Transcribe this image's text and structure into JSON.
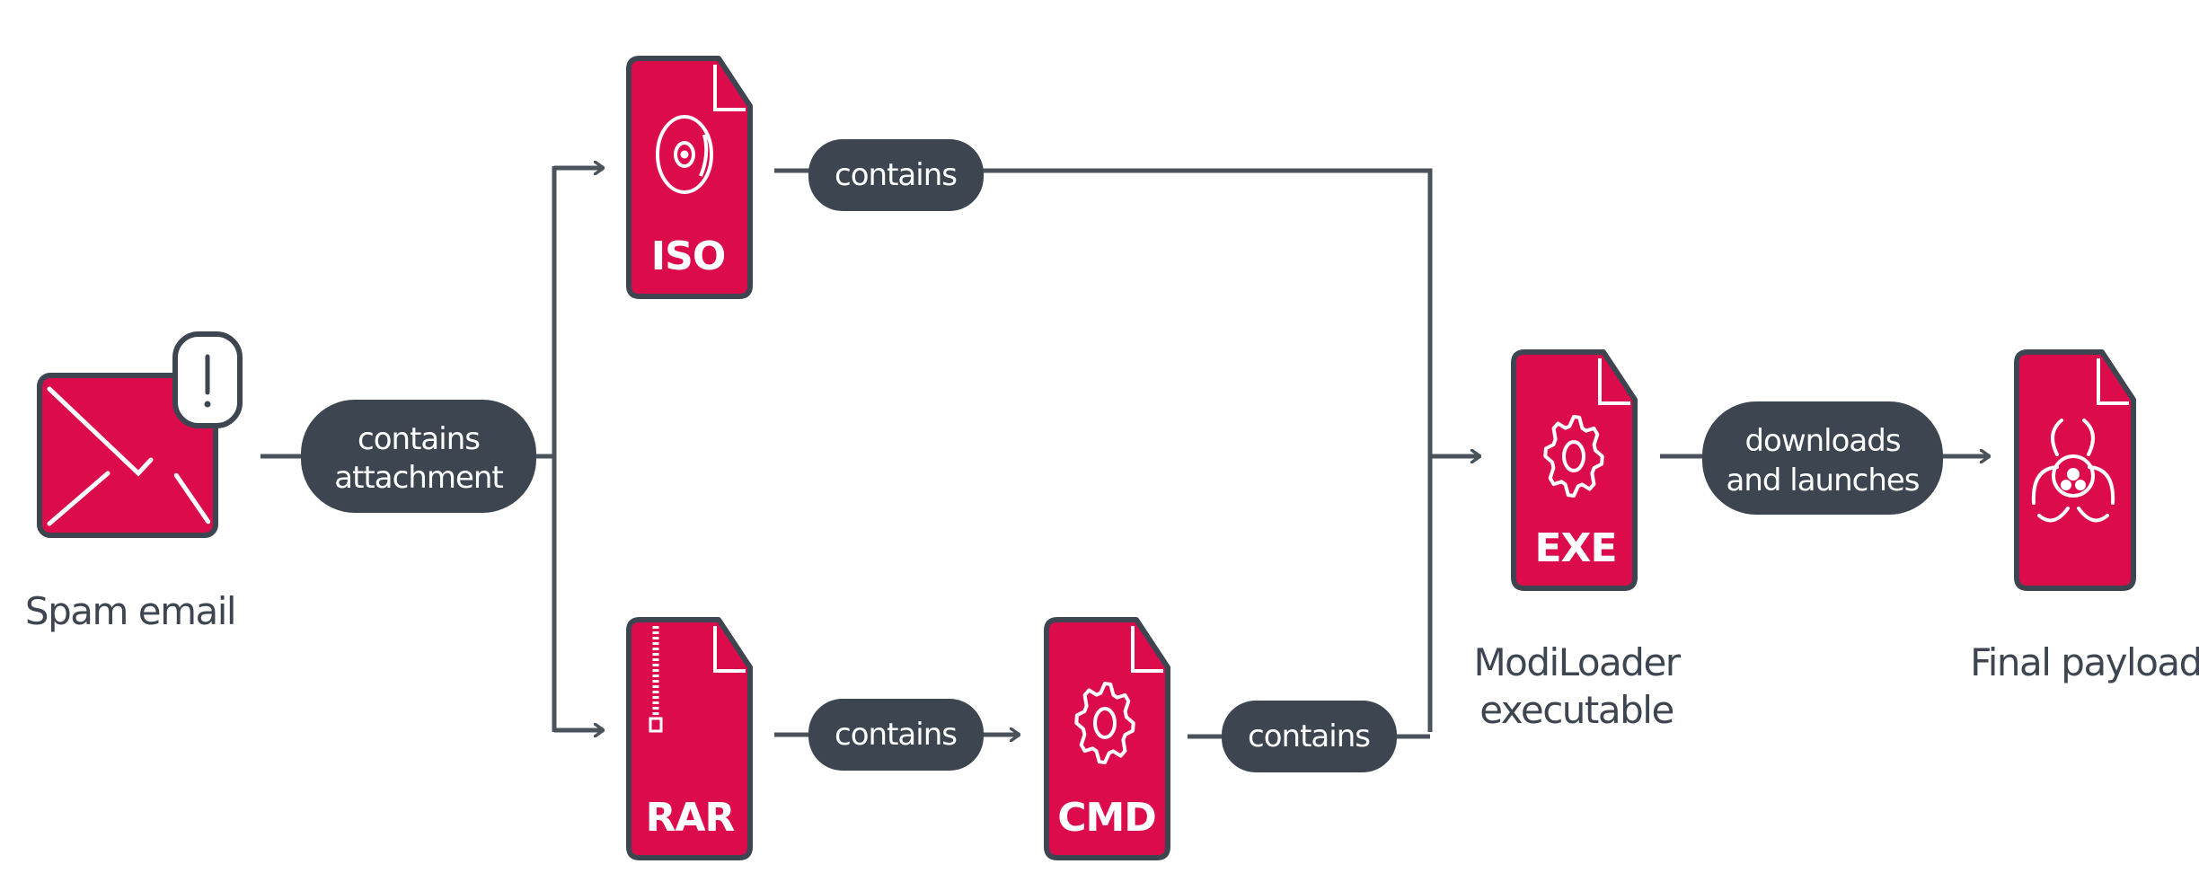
{
  "colors": {
    "accent": "#dc0b4c",
    "dark": "#3d4650",
    "line": "#4a535c",
    "text_light": "#ffffff"
  },
  "nodes": {
    "spam_email": {
      "label": "Spam email",
      "icon": "envelope-alert-icon",
      "badge": "!"
    },
    "iso": {
      "ext": "ISO",
      "icon": "disc-icon"
    },
    "rar": {
      "ext": "RAR",
      "icon": "zipper-icon"
    },
    "cmd": {
      "ext": "CMD",
      "icon": "gear-icon"
    },
    "exe": {
      "ext": "EXE",
      "icon": "gear-icon",
      "label_line1": "ModiLoader",
      "label_line2": "executable"
    },
    "final": {
      "icon": "biohazard-icon",
      "label": "Final payload"
    }
  },
  "edges": {
    "email_to_attachment": {
      "line1": "contains",
      "line2": "attachment"
    },
    "iso_to_exe": {
      "label": "contains"
    },
    "rar_to_cmd": {
      "label": "contains"
    },
    "cmd_to_exe": {
      "label": "contains"
    },
    "exe_to_final": {
      "line1": "downloads",
      "line2": "and launches"
    }
  }
}
